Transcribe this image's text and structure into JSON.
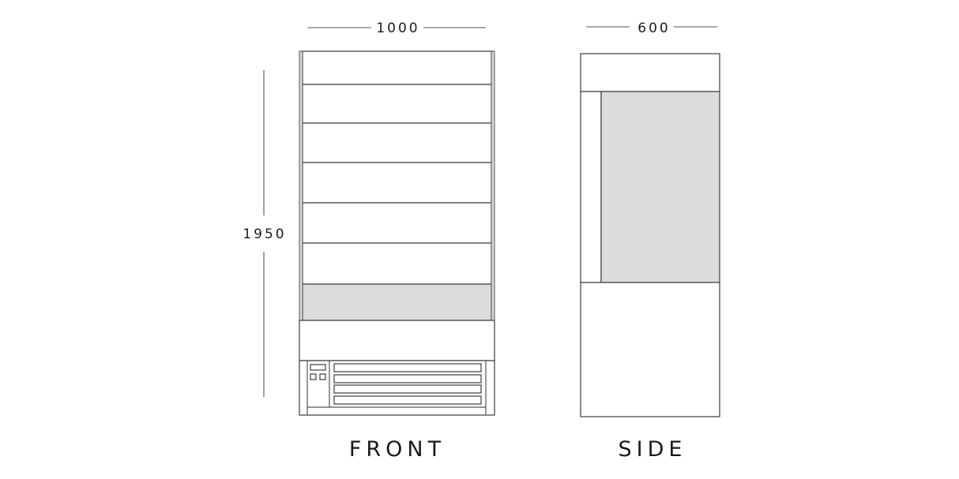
{
  "drawing": {
    "colors": {
      "outline": "#4a4a4a",
      "shaded_panel": "#dcdcdc",
      "background": "#ffffff",
      "text": "#1a1a1a"
    },
    "dimensions": {
      "width": {
        "value": "1000",
        "unit": "mm"
      },
      "height": {
        "value": "1950",
        "unit": "mm"
      },
      "depth": {
        "value": "600",
        "unit": "mm"
      }
    },
    "views": [
      {
        "id": "front",
        "label": "FRONT",
        "shelves": 6,
        "shaded_bottom_shelf": true,
        "grille_slats": 4,
        "control_panel": {
          "display": 1,
          "buttons": 2
        }
      },
      {
        "id": "side",
        "label": "SIDE",
        "sections": [
          "canopy",
          "display-cavity",
          "base"
        ]
      }
    ]
  }
}
